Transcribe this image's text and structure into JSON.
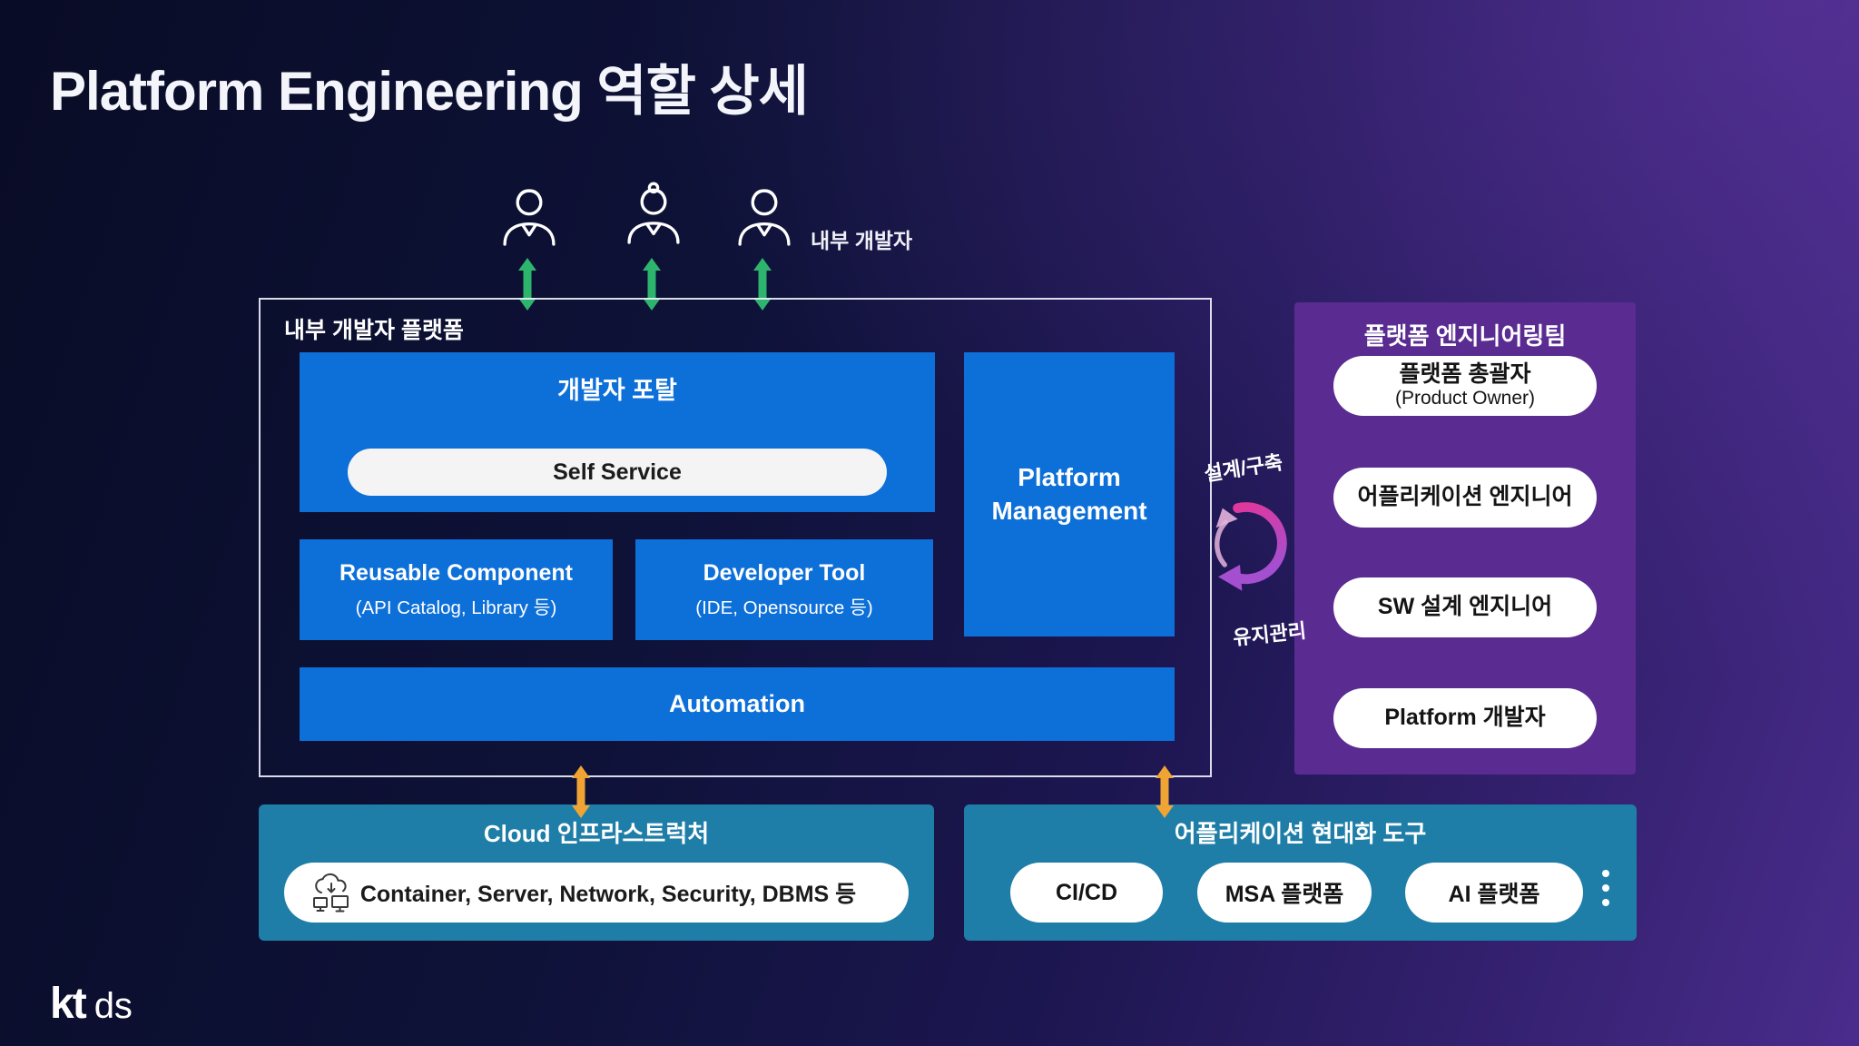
{
  "title": "Platform Engineering 역할 상세",
  "actors": {
    "label": "내부 개발자"
  },
  "idp": {
    "label": "내부 개발자 플랫폼",
    "portal": {
      "title": "개발자 포탈",
      "self_service": "Self Service"
    },
    "platform_management": "Platform Management",
    "reusable": {
      "title": "Reusable Component",
      "subtitle": "(API Catalog, Library 등)"
    },
    "devtool": {
      "title": "Developer Tool",
      "subtitle": "(IDE, Opensource 등)"
    },
    "automation": "Automation"
  },
  "cycle": {
    "design_build": "설계/구축",
    "maintenance": "유지관리"
  },
  "team": {
    "title": "플랫폼 엔지니어링팀",
    "roles": [
      {
        "line1": "플랫폼 총괄자",
        "line2": "(Product Owner)"
      },
      {
        "line1": "어플리케이션 엔지니어",
        "line2": ""
      },
      {
        "line1": "SW 설계 엔지니어",
        "line2": ""
      },
      {
        "line1": "Platform 개발자",
        "line2": ""
      }
    ]
  },
  "cloud_infra": {
    "title": "Cloud 인프라스트럭처",
    "pill": "Container, Server, Network, Security, DBMS 등"
  },
  "modernization": {
    "title": "어플리케이션 현대화 도구",
    "tools": [
      "CI/CD",
      "MSA 플랫폼",
      "AI 플랫폼"
    ]
  },
  "logo": {
    "kt": "kt",
    "ds": "ds"
  },
  "colors": {
    "box_blue": "#0d6fd8",
    "panel_teal": "#1f7ea8",
    "panel_purple": "#5a2c92",
    "green_arrow": "#2db56e",
    "orange_arrow": "#f0a433",
    "cycle_magenta": "#e0379b"
  }
}
